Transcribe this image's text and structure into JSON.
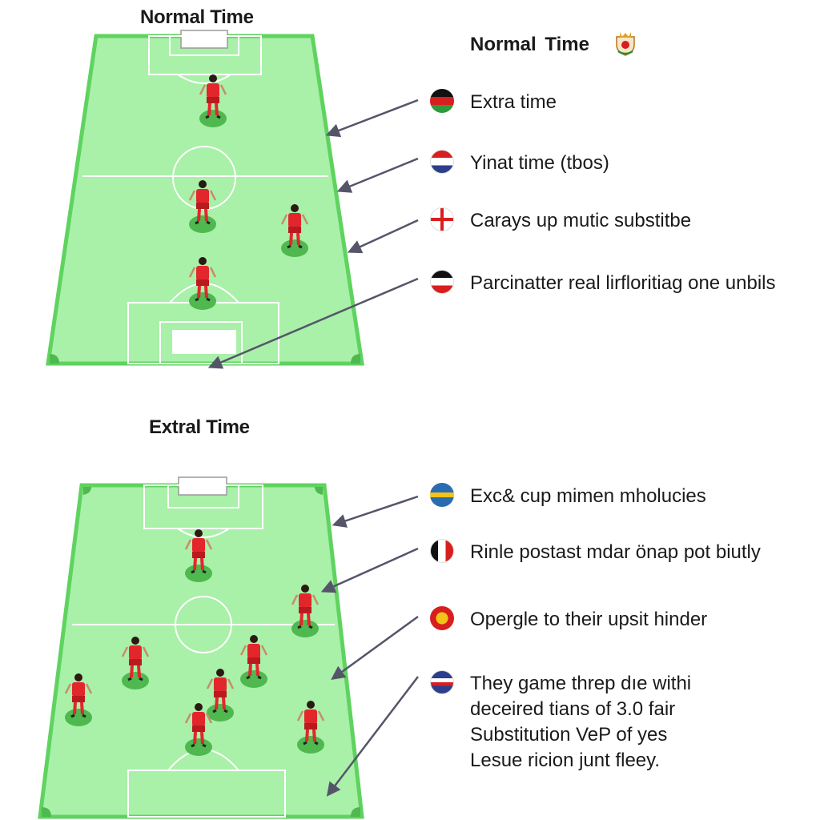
{
  "sections": {
    "normal_title": "Normal Time",
    "extra_title": "Extral Time"
  },
  "legend": {
    "title": "Normal  Time",
    "crest_icon": "club-crest-icon"
  },
  "notes_top": [
    {
      "text": "Extra time",
      "flag": "flag-black-red-green-icon",
      "colors": [
        "#111111",
        "#d81e1e",
        "#2e9a3a"
      ]
    },
    {
      "text": "Yinat time (tbos)",
      "flag": "flag-red-white-blue-icon",
      "colors": [
        "#d81e1e",
        "#ffffff",
        "#2b3f8c"
      ]
    },
    {
      "text": "Carays up mutic substitbe",
      "flag": "flag-england-cross-icon",
      "colors": [
        "#ffffff",
        "#d81e1e"
      ]
    },
    {
      "text": "Parcinatter real lirfloritiag one unbils",
      "flag": "flag-black-white-red-icon",
      "colors": [
        "#111111",
        "#ffffff",
        "#d81e1e"
      ]
    }
  ],
  "notes_bottom": [
    {
      "text": "Exc& cup mimen mholucies",
      "flag": "flag-blue-yellow-icon",
      "colors": [
        "#2b6cb0",
        "#f2c417"
      ]
    },
    {
      "text": "Rinle postast mdar önap pot biutly",
      "flag": "flag-black-white-red-icon",
      "colors": [
        "#111111",
        "#ffffff",
        "#d81e1e"
      ]
    },
    {
      "text": "Opergle to their  upsit hinder",
      "flag": "flag-red-gold-crest-icon",
      "colors": [
        "#d81e1e",
        "#f2c417"
      ]
    },
    {
      "text": "They game threp dıe withi\ndeceired tians of 3.0 fair\nSubstitution VeP of yes\nLesue ricion junt fleey.",
      "flag": "flag-blue-white-red-icon",
      "colors": [
        "#2b3f8c",
        "#ffffff",
        "#d81e1e"
      ]
    }
  ],
  "colors": {
    "pitch": "#a9f0a9",
    "pitch_border": "#5fd35f",
    "player_kit": "#e3262b",
    "player_base": "#4fb84f",
    "arrow": "#55556a"
  }
}
